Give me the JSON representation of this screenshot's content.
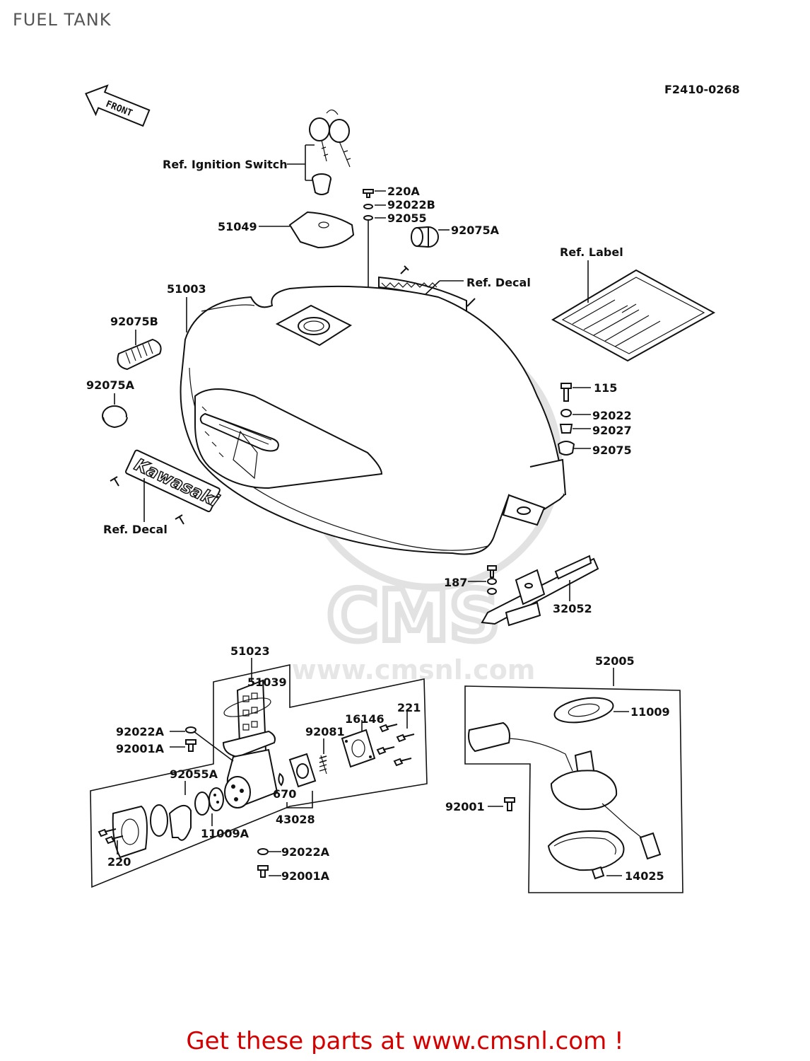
{
  "page": {
    "title": "FUEL TANK",
    "figure_code": "F2410-0268",
    "footer": "Get these parts at www.cmsnl.com !",
    "watermark_text": "www.cmsnl.com",
    "watermark_logo": "CMS"
  },
  "labels": {
    "front": "FRONT",
    "ref_ignition_switch": "Ref. Ignition Switch",
    "ref_label": "Ref. Label",
    "ref_decal_top": "Ref. Decal",
    "ref_decal_left": "Ref. Decal",
    "p51049": "51049",
    "p220A": "220A",
    "p92022B": "92022B",
    "p92055": "92055",
    "p92075A_top": "92075A",
    "p51003": "51003",
    "p92075B": "92075B",
    "p92075A_left": "92075A",
    "p115": "115",
    "p92022": "92022",
    "p92027": "92027",
    "p92075": "92075",
    "p187": "187",
    "p32052": "32052",
    "p51023": "51023",
    "p51039": "51039",
    "p16146": "16146",
    "p221": "221",
    "p92081": "92081",
    "p92022A_left": "92022A",
    "p92001A_left": "92001A",
    "p92055A": "92055A",
    "p670": "670",
    "p43028": "43028",
    "p11009A": "11009A",
    "p220": "220",
    "p92022A_bottom": "92022A",
    "p92001A_bottom": "92001A",
    "p52005": "52005",
    "p11009": "11009",
    "p92001": "92001",
    "p14025": "14025"
  },
  "colors": {
    "line": "#111111",
    "footer": "#d40000",
    "title": "#555555",
    "watermark": "#e2e2e2"
  }
}
